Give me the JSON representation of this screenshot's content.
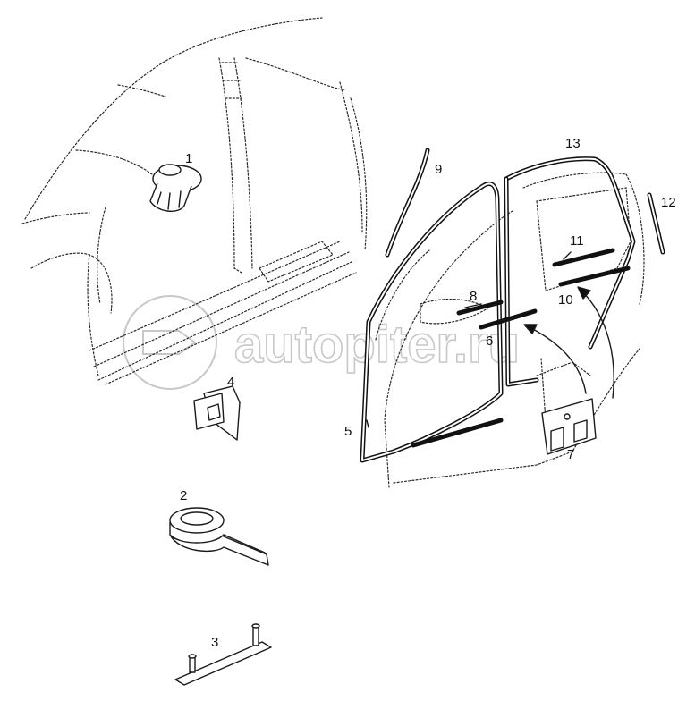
{
  "watermark": {
    "text": "autopiter.ru"
  },
  "callouts": [
    "1",
    "2",
    "3",
    "4",
    "5",
    "6",
    "7",
    "8",
    "9",
    "10",
    "11",
    "12",
    "13"
  ],
  "colors": {
    "line": "#1a1a1a",
    "watermark": "#c8c8c8",
    "background": "#ffffff"
  }
}
